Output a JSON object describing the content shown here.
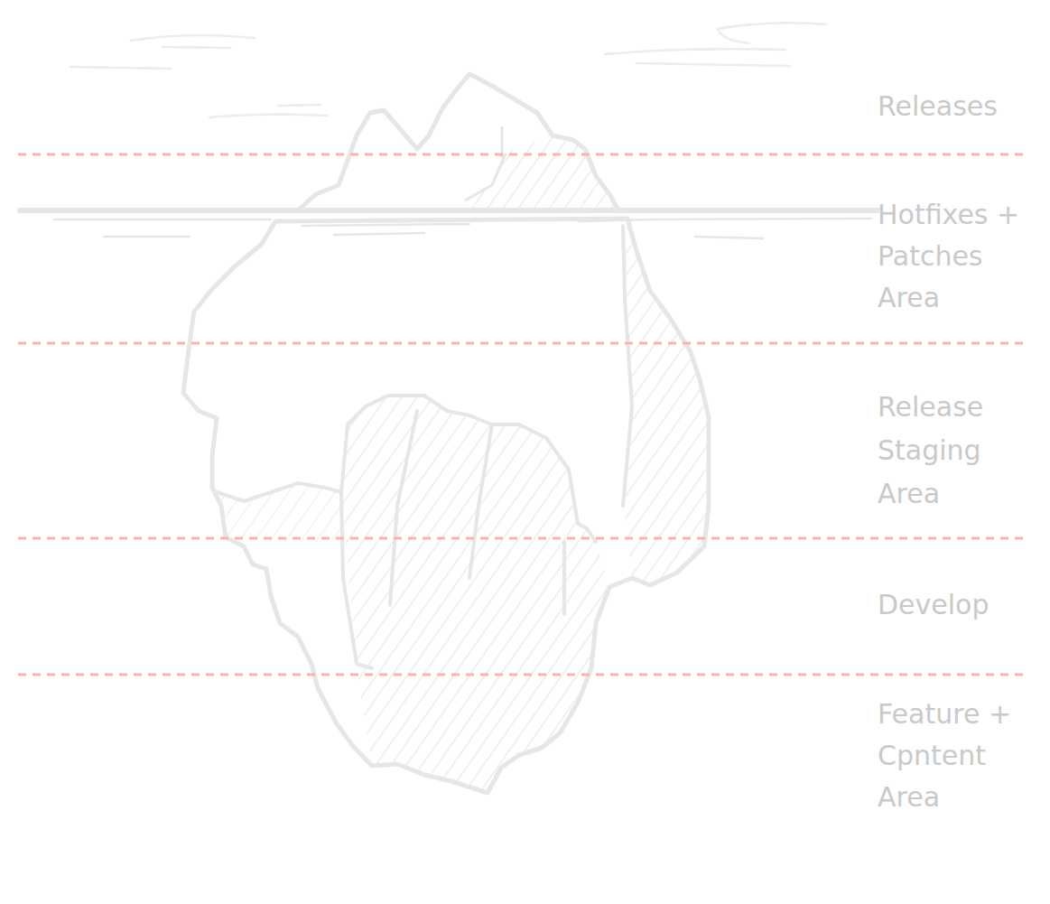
{
  "diagram": {
    "labels": [
      "Releases",
      "Hotfixes + Patches Area",
      "Release Staging Area",
      "Develop",
      "Feature + Cpntent Area"
    ]
  }
}
